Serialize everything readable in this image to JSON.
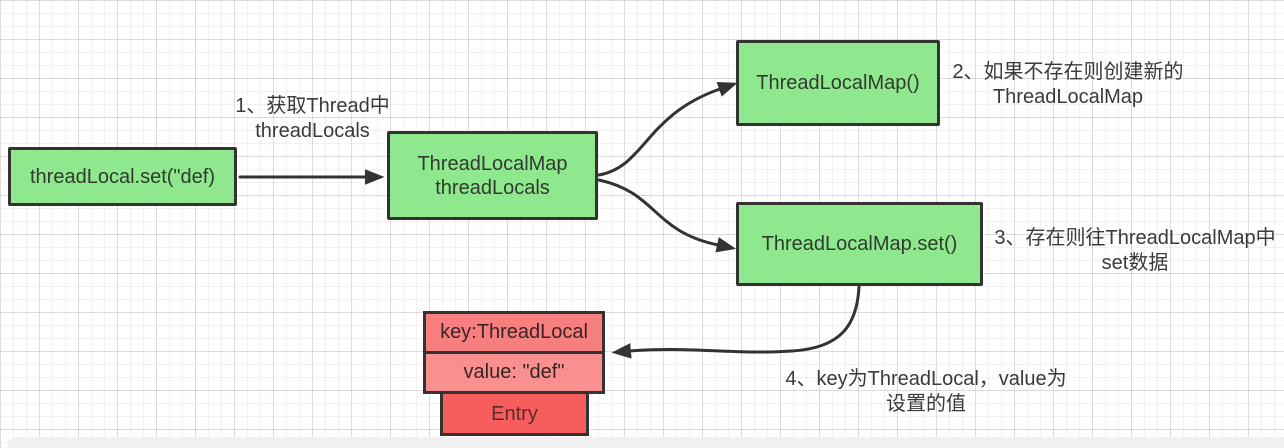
{
  "diagram": {
    "title_semantic": "ThreadLocal set flow diagram",
    "nodes": {
      "start": {
        "label": "threadLocal.set(\"def)"
      },
      "thread_locals": {
        "line1": "ThreadLocalMap",
        "line2": "threadLocals"
      },
      "create_map": {
        "label": "ThreadLocalMap()"
      },
      "set_map": {
        "label": "ThreadLocalMap.set()"
      },
      "entry": {
        "key_row": "key:ThreadLocal",
        "value_row": "value: \"def\"",
        "label": "Entry"
      }
    },
    "annotations": {
      "step1": {
        "line1": "1、获取Thread中",
        "line2": "threadLocals"
      },
      "step2": {
        "line1": "2、如果不存在则创建新的",
        "line2": "ThreadLocalMap"
      },
      "step3": {
        "line1": "3、存在则往ThreadLocalMap中",
        "line2": "set数据"
      },
      "step4": {
        "line1": "4、key为ThreadLocal，value为",
        "line2": "设置的值"
      }
    },
    "colors": {
      "node_green": "#90e88e",
      "entry_key_pink": "#f87f7f",
      "entry_value_pink": "#f98f8f",
      "entry_red": "#f75d5d",
      "border": "#333333",
      "arrow": "#333333",
      "annotation_text": "#3a3a3a"
    }
  }
}
